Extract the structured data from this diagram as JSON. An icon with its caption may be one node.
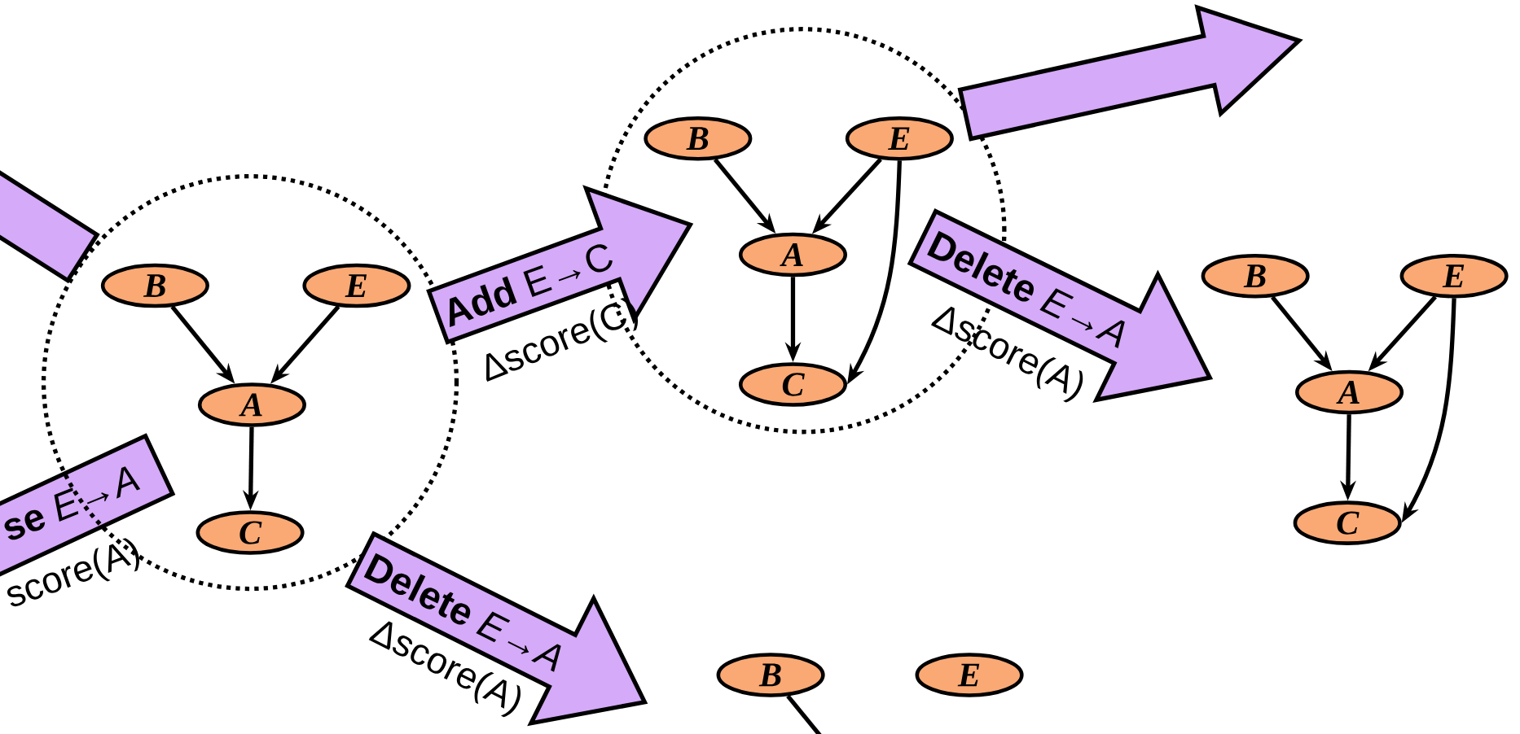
{
  "diagram": {
    "nodes": [
      {
        "text": [],
        "shape": "arrow"
      },
      {
        "text": [
          "**se** *E*→*A*"
        ]
      },
      {
        "text": [],
        "shape": "circle"
      },
      {
        "text": [
          "B"
        ],
        "in": 2
      },
      {
        "text": [
          "E"
        ],
        "in": 2
      },
      {
        "text": [
          "A"
        ],
        "in": 2
      },
      {
        "text": [
          "C"
        ],
        "in": 2
      },
      {
        "text": [],
        "shape": "circle"
      },
      {
        "text": [
          "B"
        ],
        "in": 7
      },
      {
        "text": [
          "E"
        ],
        "in": 7
      },
      {
        "text": [
          "A"
        ],
        "in": 7
      },
      {
        "text": [
          "C"
        ],
        "in": 7
      },
      {
        "text": [
          "B"
        ]
      },
      {
        "text": [
          "E"
        ]
      },
      {
        "text": [
          "A"
        ]
      },
      {
        "text": [
          "C"
        ]
      },
      {
        "text": [
          "B"
        ]
      },
      {
        "text": [
          "E"
        ]
      }
    ],
    "edges": [
      {
        "from": 2,
        "to": 7,
        "arrow": "to",
        "label": "**Add** E→C",
        "style": "thick",
        "color": "#d5aaf8"
      },
      {
        "from": 2,
        "to": null,
        "arrow": "to",
        "label": "**Delete** *E*→*A*",
        "style": "thick",
        "color": "#d5aaf8"
      },
      {
        "from": 7,
        "to": null,
        "arrow": "to",
        "style": "thick",
        "color": "#d5aaf8"
      },
      {
        "from": 7,
        "to": null,
        "arrow": "to",
        "label": "**Delete** *E*→*A*",
        "style": "thick",
        "color": "#d5aaf8"
      },
      {
        "from": 3,
        "to": 5,
        "arrow": "to"
      },
      {
        "from": 4,
        "to": 5,
        "arrow": "to"
      },
      {
        "from": 5,
        "to": 6,
        "arrow": "to"
      },
      {
        "from": 8,
        "to": 10,
        "arrow": "to"
      },
      {
        "from": 9,
        "to": 10,
        "arrow": "to"
      },
      {
        "from": 10,
        "to": 11,
        "arrow": "to"
      },
      {
        "from": 9,
        "to": 11,
        "arrow": "to"
      },
      {
        "from": 12,
        "to": 14,
        "arrow": "to"
      },
      {
        "from": 13,
        "to": 14,
        "arrow": "to"
      },
      {
        "from": 14,
        "to": 15,
        "arrow": "to"
      },
      {
        "from": 13,
        "to": 15,
        "arrow": "to"
      },
      {
        "from": 16,
        "to": null,
        "arrow": "none"
      }
    ],
    "labels": [
      "Δscore(C)",
      "Δscore(A)",
      "score(A)",
      "Δscore(A)"
    ]
  }
}
